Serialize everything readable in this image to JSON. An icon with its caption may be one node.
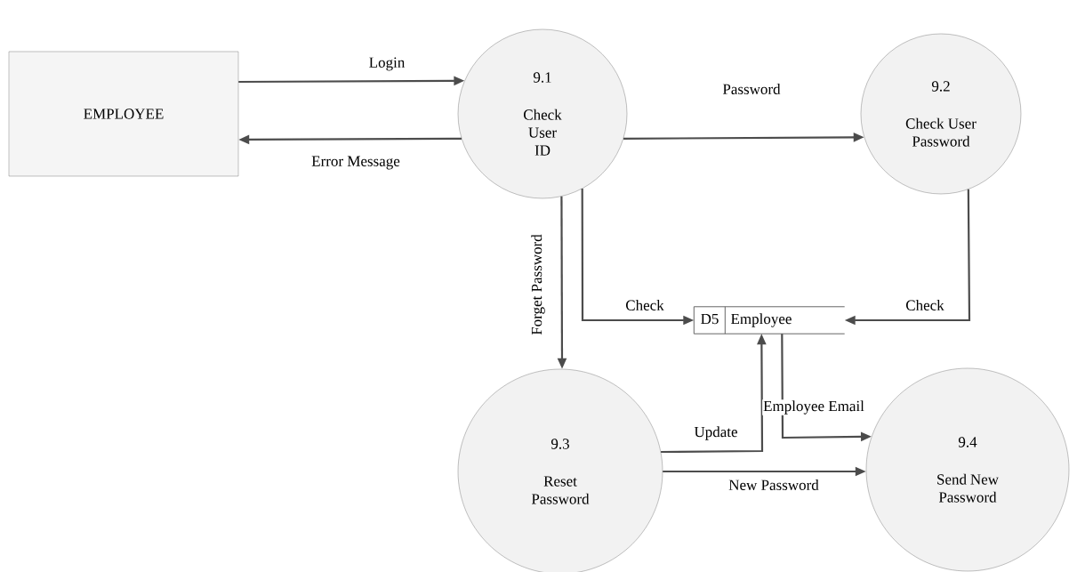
{
  "diagram": {
    "nodes": [
      {
        "text": [
          "EMPLOYEE"
        ]
      },
      {
        "text": [
          "9.1",
          "Check User ID"
        ]
      },
      {
        "text": [
          "9.2",
          "Check User Password"
        ]
      },
      {
        "text": [
          "D5",
          "Employee"
        ]
      },
      {
        "text": [
          "9.3",
          "Reset Password"
        ]
      },
      {
        "text": [
          "9.4",
          "Send New Password"
        ]
      }
    ],
    "edges": [
      {
        "from": 0,
        "to": 1,
        "arrow": "to",
        "label": "Login"
      },
      {
        "from": 1,
        "to": 0,
        "arrow": "to",
        "label": "Error Message"
      },
      {
        "from": 1,
        "to": 2,
        "arrow": "to",
        "label": "Password"
      },
      {
        "from": 1,
        "to": 4,
        "arrow": "to",
        "label": "Forget Password"
      },
      {
        "from": 1,
        "to": 3,
        "arrow": "to",
        "label": "Check"
      },
      {
        "from": 2,
        "to": 3,
        "arrow": "to",
        "label": "Check"
      },
      {
        "from": 4,
        "to": 3,
        "arrow": "to",
        "label": "Update"
      },
      {
        "from": 3,
        "to": 5,
        "arrow": "to",
        "label": "Employee Email"
      },
      {
        "from": 4,
        "to": 5,
        "arrow": "to",
        "label": "New Password"
      }
    ]
  }
}
